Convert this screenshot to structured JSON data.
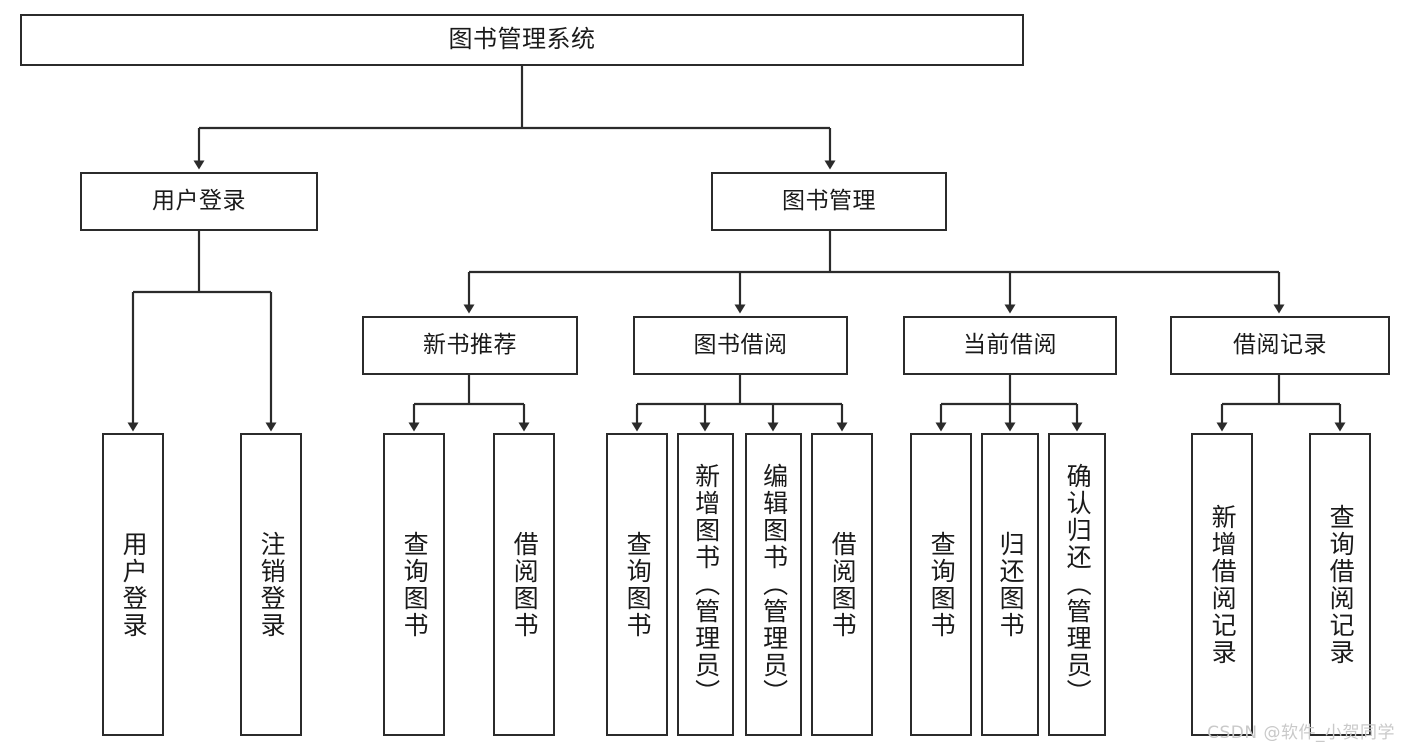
{
  "diagram": {
    "title": "图书管理系统",
    "watermark": "CSDN @软件_小贺同学",
    "stroke_color": "#2b2b2b",
    "fill_color": "#ffffff",
    "text_color": "#1a1a1a",
    "watermark_color": "#c9c9c9",
    "root": {
      "label": "图书管理系统"
    },
    "level2": [
      {
        "label": "用户登录"
      },
      {
        "label": "图书管理"
      }
    ],
    "level3": [
      {
        "label": "新书推荐"
      },
      {
        "label": "图书借阅"
      },
      {
        "label": "当前借阅"
      },
      {
        "label": "借阅记录"
      }
    ],
    "leaves": {
      "user_login": [
        {
          "label": "用户登录"
        },
        {
          "label": "注销登录"
        }
      ],
      "new_book_recommend": [
        {
          "label": "查询图书"
        },
        {
          "label": "借阅图书"
        }
      ],
      "book_borrow": [
        {
          "label": "查询图书"
        },
        {
          "label": "新增图书（管理员）"
        },
        {
          "label": "编辑图书（管理员）"
        },
        {
          "label": "借阅图书"
        }
      ],
      "current_borrow": [
        {
          "label": "查询图书"
        },
        {
          "label": "归还图书"
        },
        {
          "label": "确认归还（管理员）"
        }
      ],
      "borrow_record": [
        {
          "label": "新增借阅记录"
        },
        {
          "label": "查询借阅记录"
        }
      ]
    }
  }
}
